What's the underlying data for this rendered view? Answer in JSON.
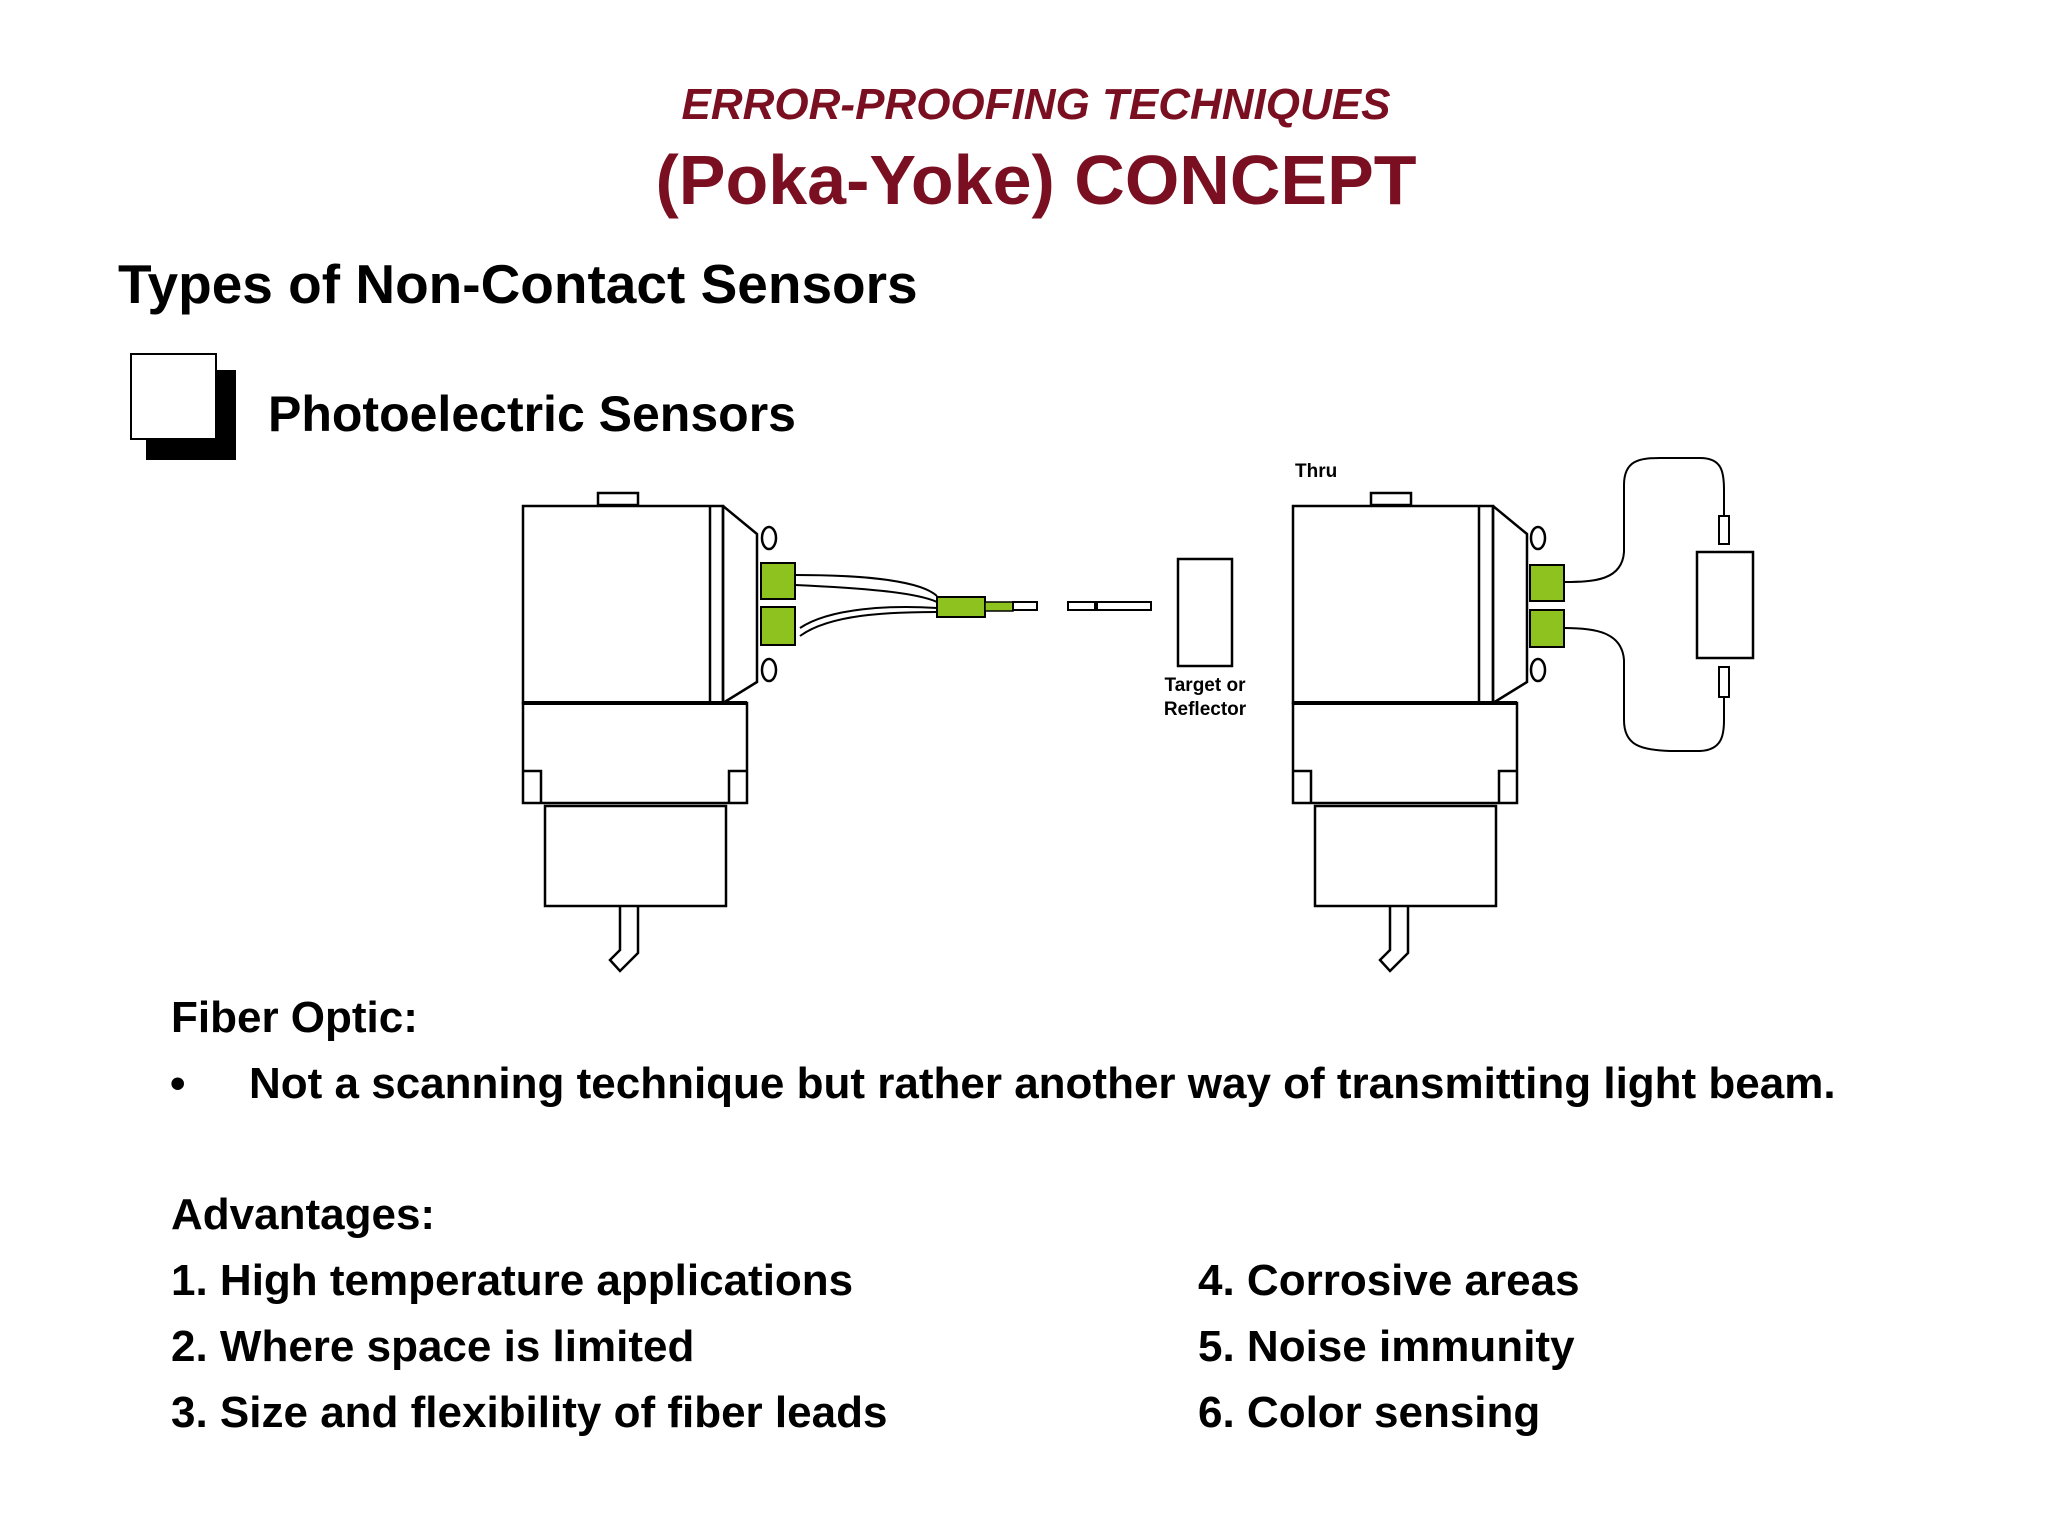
{
  "title": {
    "line1": "ERROR-PROOFING TECHNIQUES",
    "line2": "(Poka-Yoke) CONCEPT"
  },
  "section_heading": "Types of Non-Contact Sensors",
  "subsection_heading": "Photoelectric Sensors",
  "diagram": {
    "label_target": "Target or",
    "label_reflector": "Reflector",
    "label_thru": "Thru",
    "accent_color": "#8dc21f"
  },
  "fiber_optic": {
    "heading": "Fiber Optic:",
    "bullet": "•",
    "text": "Not a scanning technique but rather another way of transmitting light beam."
  },
  "advantages": {
    "heading": "Advantages:",
    "items": [
      "1.  High temperature applications",
      "2.  Where space is limited",
      "3. Size and flexibility of fiber leads",
      "4.  Corrosive areas",
      "5.  Noise immunity",
      "6.  Color sensing"
    ]
  },
  "colors": {
    "title": "#7b0f22",
    "text": "#000000"
  }
}
